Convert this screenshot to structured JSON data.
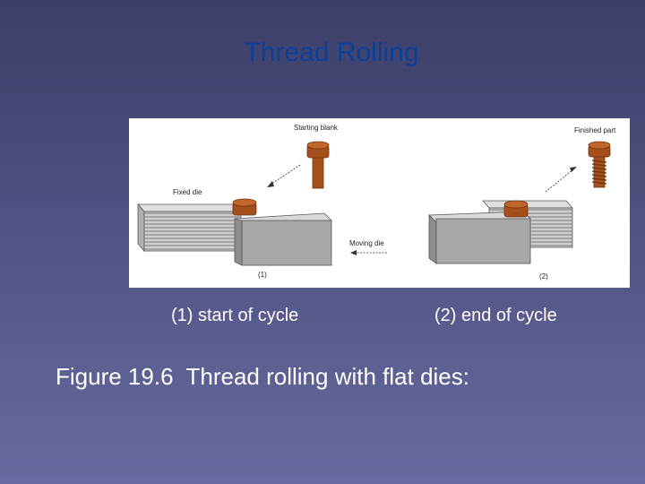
{
  "slide": {
    "title": "Thread Rolling",
    "caption_left": "(1) start of cycle",
    "caption_right": "(2) end of cycle",
    "figure_caption": "Figure 19.6  Thread rolling with flat dies:"
  },
  "diagram": {
    "labels": {
      "starting_blank": "Starting blank",
      "fixed_die": "Fixed die",
      "moving_die": "Moving die",
      "step1": "(1)",
      "finished_part": "Finished part",
      "step2": "(2)"
    },
    "colors": {
      "die_face": "#a8a8a8",
      "die_top": "#d9d9d9",
      "part": "#a5501c",
      "part_dark": "#6e3210"
    }
  }
}
